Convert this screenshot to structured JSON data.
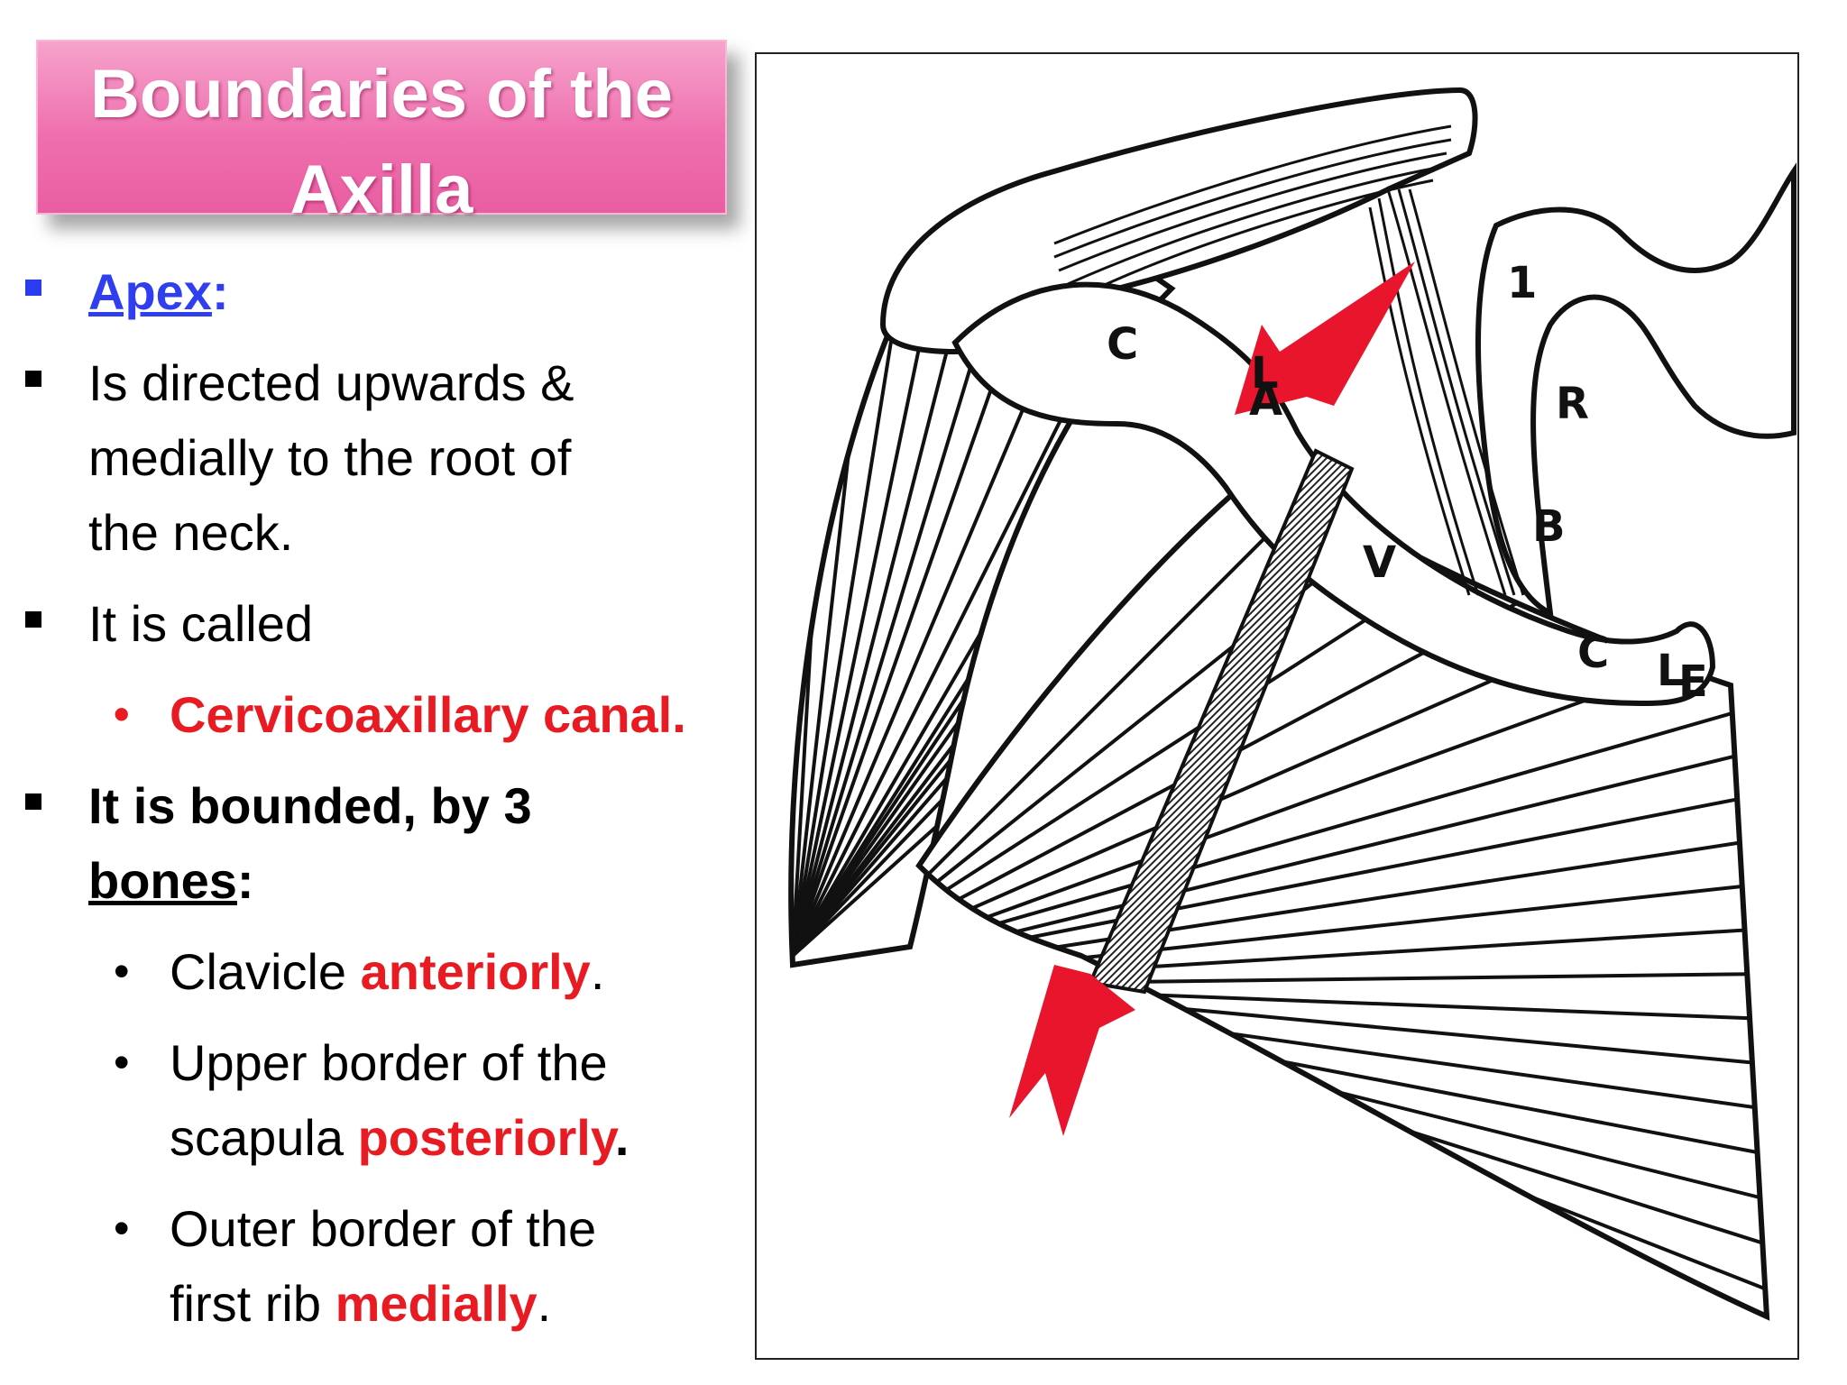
{
  "title": {
    "line1": "Boundaries of the",
    "line2": "Axilla"
  },
  "apex": {
    "label": "Apex",
    "colon": ":"
  },
  "bullets": {
    "b1": [
      "Is directed upwards &",
      "medially to the root of",
      "the neck."
    ],
    "b2": "It is called",
    "b2_sub": "Cervicoaxillary canal.",
    "b3_part1": "It is bounded, by 3",
    "b3_part2": "bones",
    "b3_colon": ":"
  },
  "bones": {
    "i1_text": "Clavicle ",
    "i1_red": "anteriorly",
    "i1_end": ".",
    "i2_line1": "Upper border of the",
    "i2_text": "scapula ",
    "i2_red": "posteriorly",
    "i2_end": ".",
    "i3_line1": "Outer border of the",
    "i3_text": "first rib ",
    "i3_red": "medially",
    "i3_end": "."
  },
  "diagram_labels": {
    "c1": "C",
    "l1": "L",
    "a": "A",
    "v": "V",
    "one": "1",
    "r": "R",
    "b": "B",
    "c2": "C",
    "l2": "L",
    "e": "E"
  },
  "colors": {
    "title_pink": "#ef6fae",
    "accent_red": "#e81b23",
    "link_blue": "#2f3ff0",
    "arrow_red": "#e8152d"
  }
}
